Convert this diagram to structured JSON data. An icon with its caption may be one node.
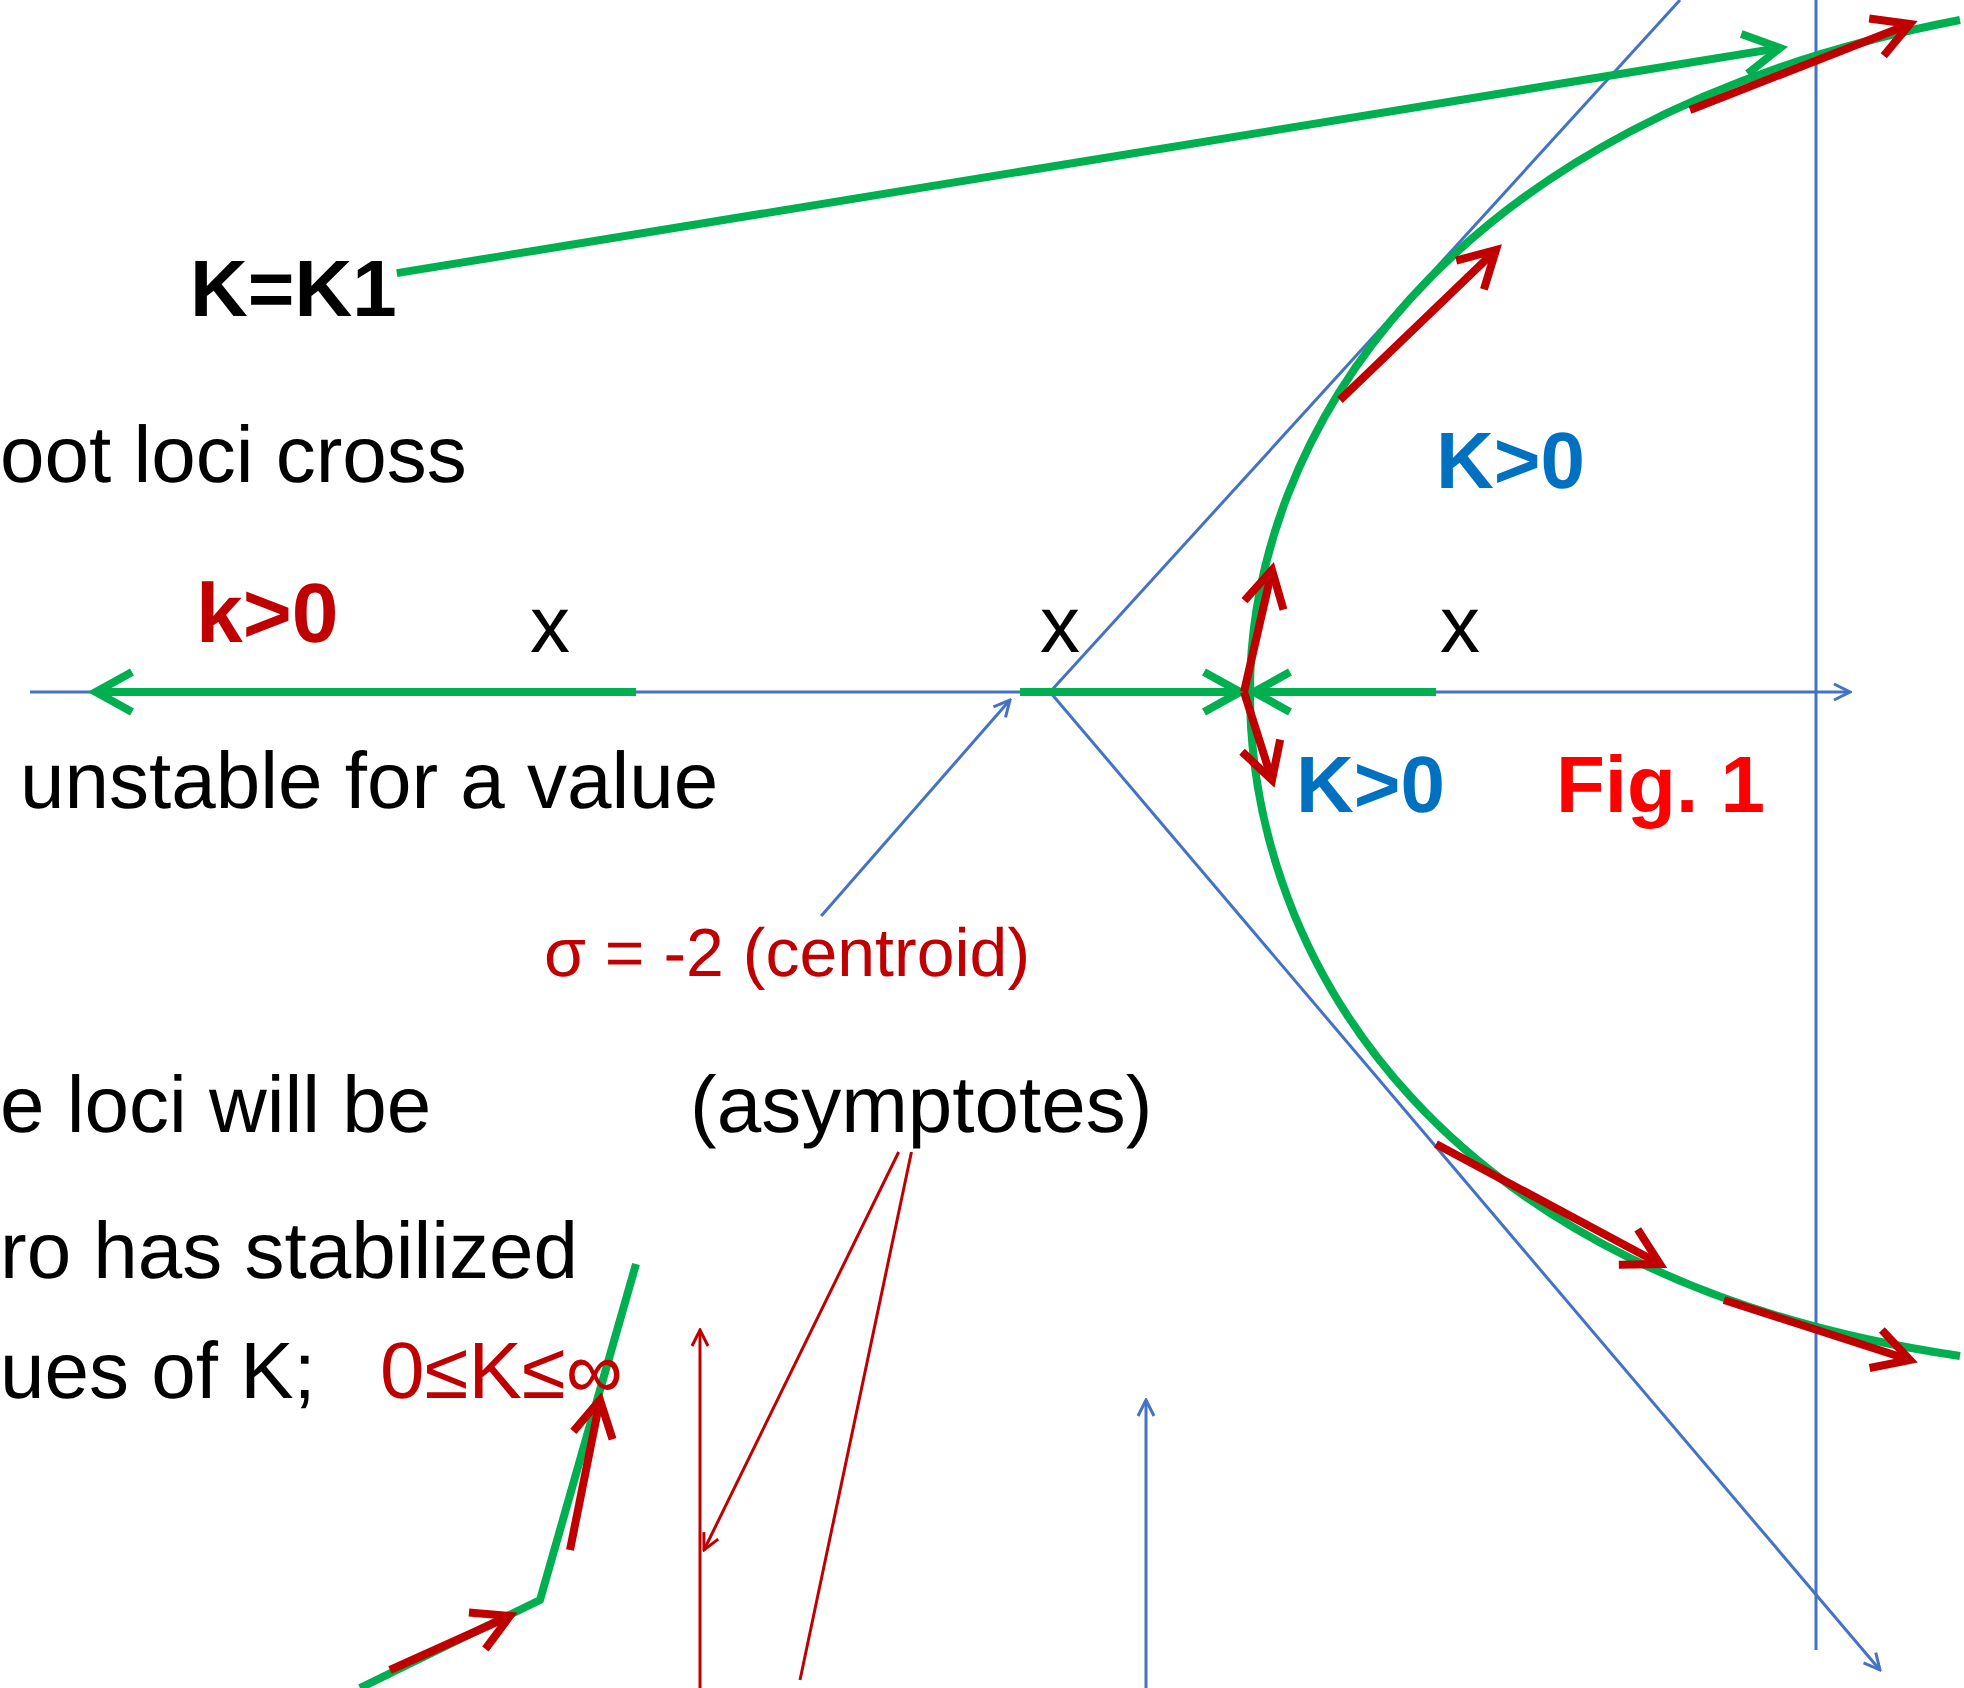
{
  "diagram": {
    "nodes": [
      {
        "text": [
          "K=K1"
        ]
      },
      {
        "text": [
          "σ = -2 (centroid)"
        ]
      },
      {
        "text": [
          "(asymptotes)"
        ]
      }
    ],
    "edges": [
      {
        "from": 0,
        "to": null,
        "arrow": "to",
        "color": "#00b050",
        "style": "thick"
      },
      {
        "from": 1,
        "to": null,
        "arrow": "to",
        "color": "#4472c4"
      },
      {
        "from": 2,
        "to": null,
        "arrow": "to",
        "color": "#c00000"
      },
      {
        "from": 2,
        "to": null,
        "arrow": "none",
        "color": "#c00000"
      }
    ],
    "labels": [
      "oot loci cross",
      "k>0",
      "x",
      "x",
      "x",
      "K>0",
      "unstable for a value",
      "K>0",
      "Fig. 1",
      "e loci will be",
      "ro has stabilized",
      "ues of K;",
      "0≤K≤∞"
    ]
  }
}
